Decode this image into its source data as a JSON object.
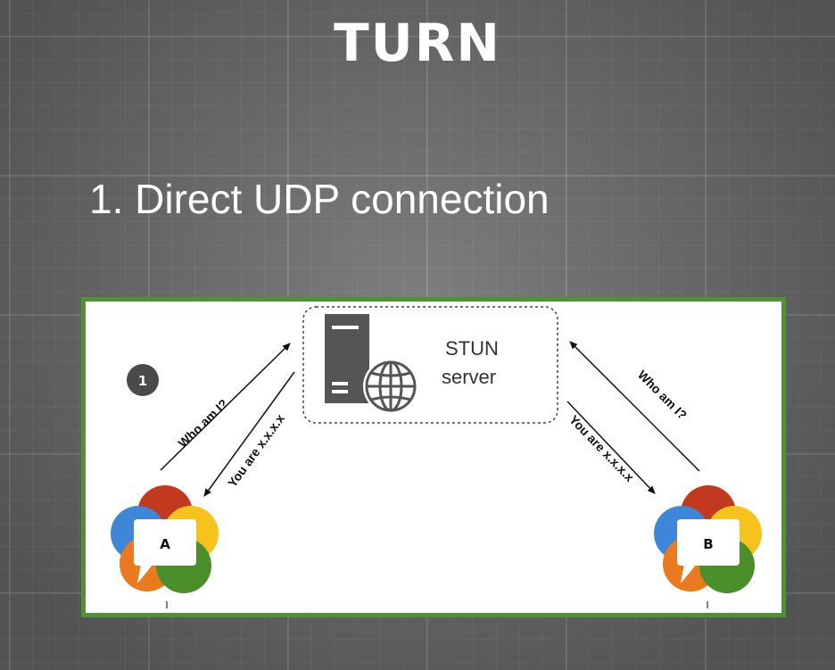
{
  "slide": {
    "title": "TURN",
    "subtitle": "1. Direct UDP connection"
  },
  "diagram": {
    "step_number": "1",
    "server": {
      "line1": "STUN",
      "line2": "server",
      "icon": "server-globe-icon"
    },
    "peer_a": {
      "label": "A",
      "icon": "webrtc-logo-icon"
    },
    "peer_b": {
      "label": "B",
      "icon": "webrtc-logo-icon"
    },
    "messages": {
      "a_request": "Who am I?",
      "a_response": "You are x.x.x.x",
      "b_request": "Who am I?",
      "b_response": "You are x.x.x.x"
    },
    "colors": {
      "frame_border": "#4d9331",
      "logo_red": "#c13a1f",
      "logo_yellow": "#f6c21c",
      "logo_blue": "#3d86d8",
      "logo_orange": "#ea7a20",
      "logo_green": "#4b8f2a",
      "server_gray": "#555555"
    }
  }
}
